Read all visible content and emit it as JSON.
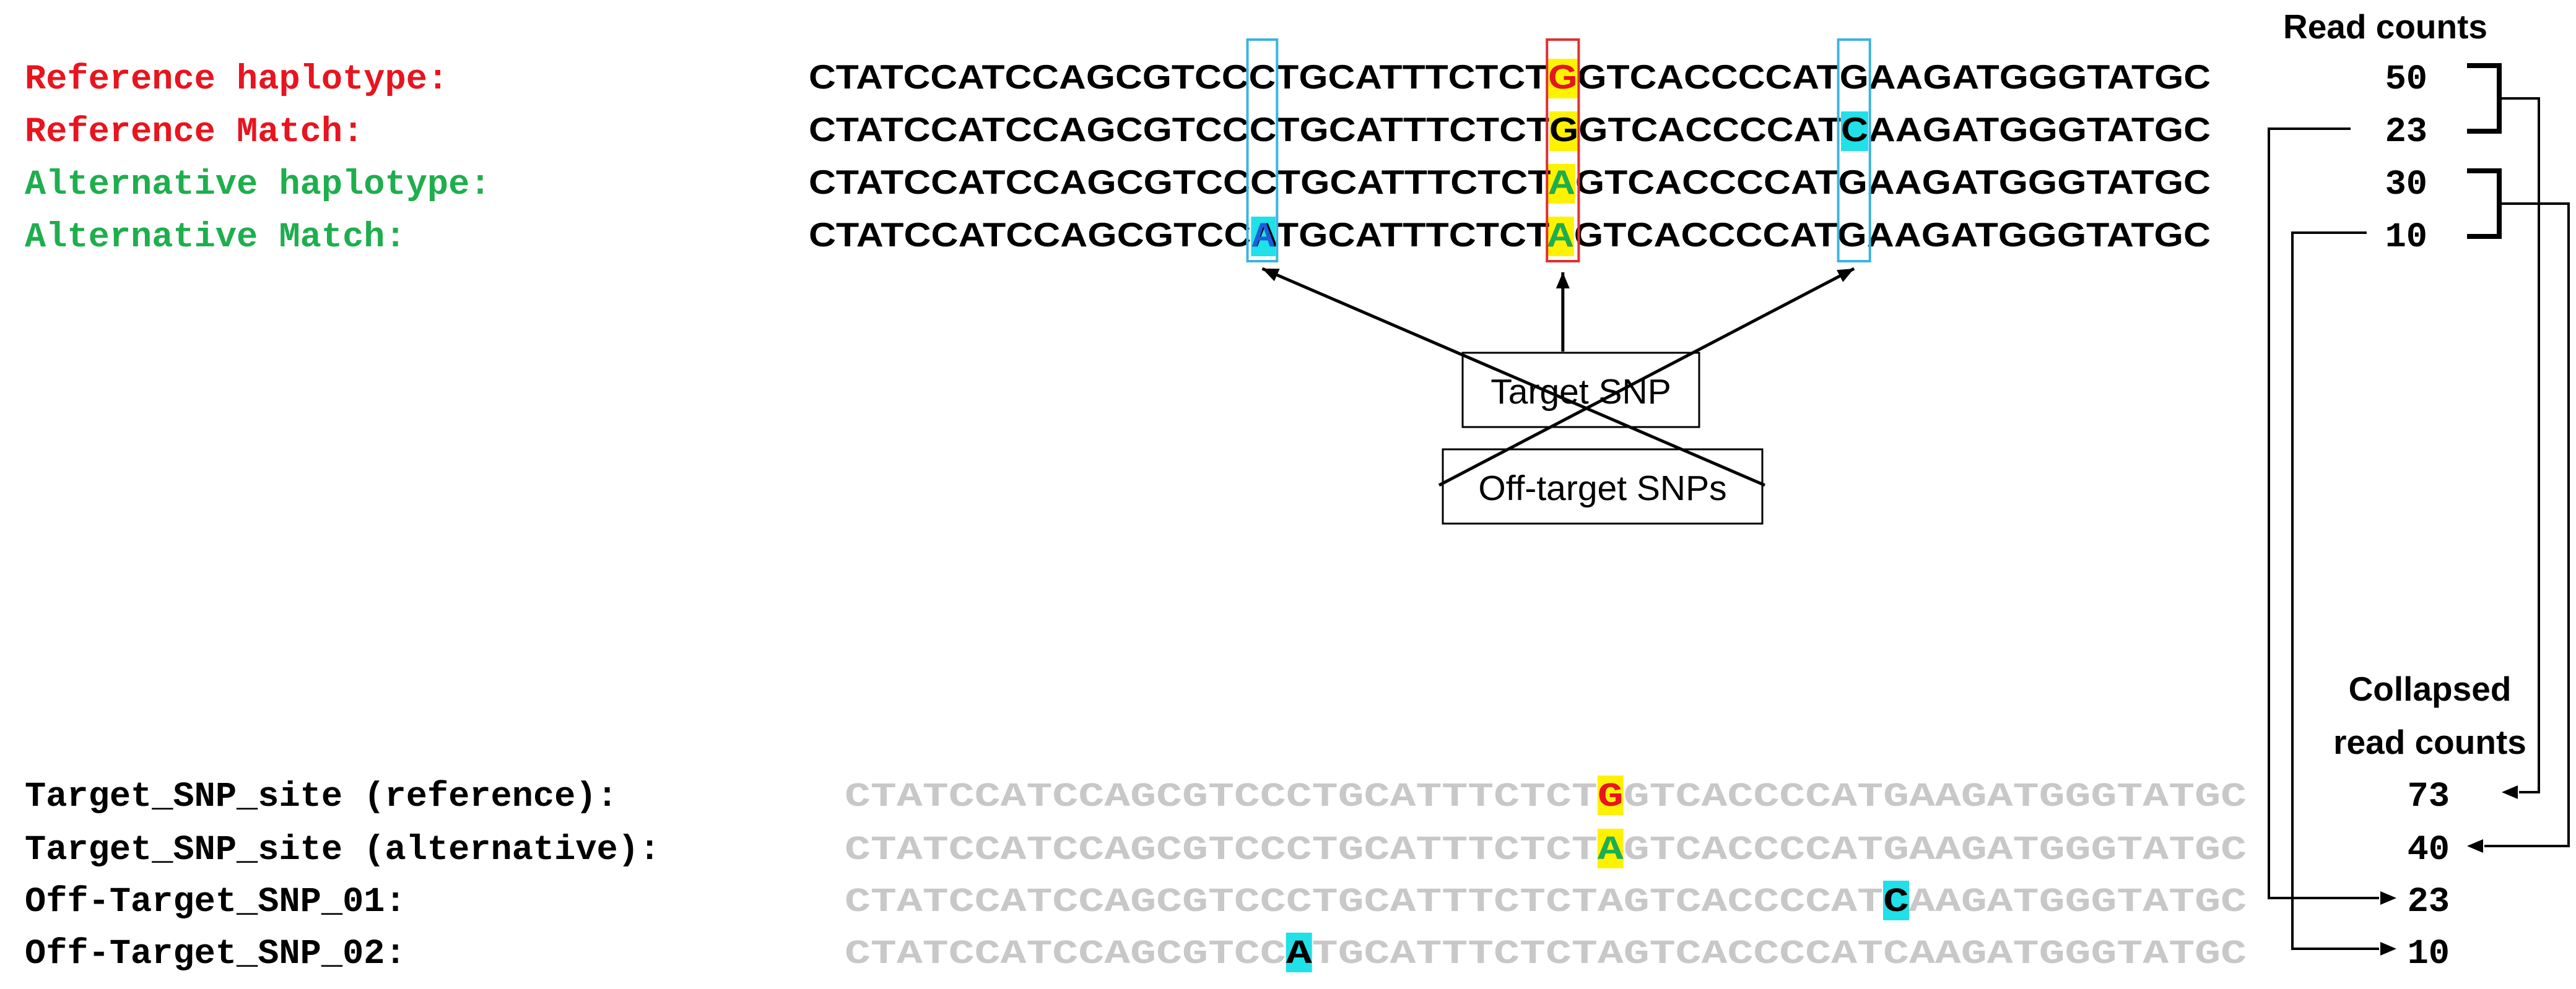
{
  "colors": {
    "reference": "#e8141e",
    "alternative": "#1fae4e",
    "sequence": "#000000",
    "collapsed_sequence": "#c8c8c8",
    "highlight_yellow": "#fff200",
    "highlight_cyan": "#20e0e8",
    "box_red": "#e03030",
    "box_cyan": "#3ab4e0",
    "text_blue": "#1a5fd8"
  },
  "top": {
    "header": "Read counts",
    "rows": [
      {
        "label": "Reference haplotype:",
        "color": "reference",
        "sequence": "CTATCCATCCAGCGTCCCTGCATTTCTCTGGTCACCCCATGAAGATGGGTATGC",
        "count": "50"
      },
      {
        "label": "Reference Match:",
        "color": "reference",
        "sequence": "CTATCCATCCAGCGTCCCTGCATTTCTCTGGTCACCCCATCAAGATGGGTATGC",
        "count": "23"
      },
      {
        "label": "Alternative haplotype:",
        "color": "alternative",
        "sequence": "CTATCCATCCAGCGTCCCTGCATTTCTCTAGTCACCCCATGAAGATGGGTATGC",
        "count": "30"
      },
      {
        "label": "Alternative Match:",
        "color": "alternative",
        "sequence": "CTATCCATCCAGCGTCCATGCATTTCTCTAGTCACCCCATGAAGATGGGTATGC",
        "count": "10"
      }
    ]
  },
  "callouts": {
    "target": "Target SNP",
    "offtarget": "Off-target SNPs"
  },
  "bottom": {
    "header_line1": "Collapsed",
    "header_line2": "read counts",
    "rows": [
      {
        "label": "Target_SNP_site (reference):",
        "sequence": "CTATCCATCCAGCGTCCCTGCATTTCTCTGGTCACCCCATGAAGATGGGTATGC",
        "count": "73"
      },
      {
        "label": "Target_SNP_site (alternative):",
        "sequence": "CTATCCATCCAGCGTCCCTGCATTTCTCTAGTCACCCCATGAAGATGGGTATGC",
        "count": "40"
      },
      {
        "label": "Off-Target_SNP_01:",
        "sequence": "CTATCCATCCAGCGTCCCTGCATTTCTCTAGTCACCCCATCAAGATGGGTATGC",
        "count": "23"
      },
      {
        "label": "Off-Target_SNP_02:",
        "sequence": "CTATCCATCCAGCGTCCATGCATTTCTCTAGTCACCCCATCAAGATGGGTATGC",
        "count": "10"
      }
    ]
  }
}
